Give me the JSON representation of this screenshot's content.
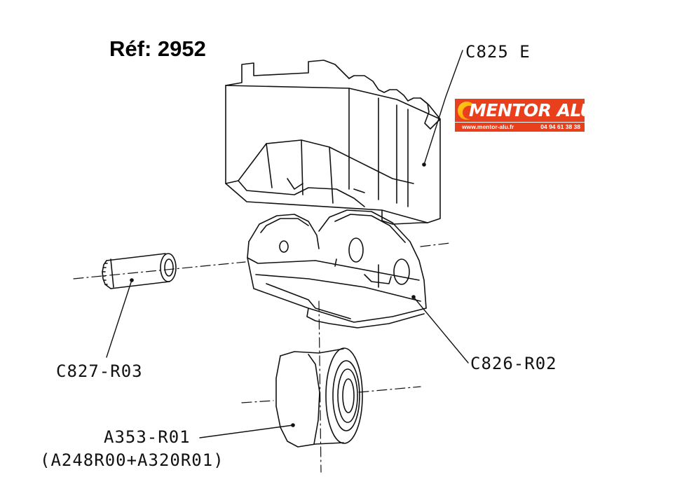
{
  "reference": "Réf: 2952",
  "logo": {
    "name": "MENTOR ALU",
    "website": "www.mentor-alu.fr",
    "phone": "04 94 61 38 38",
    "colors": {
      "background": "#e8401c",
      "swoosh": "#ffb000",
      "text": "#ffffff"
    }
  },
  "parts": [
    {
      "code": "C825 E"
    },
    {
      "code": "C826-R02"
    },
    {
      "code": "C827-R03"
    },
    {
      "code": "A353-R01",
      "sub": "(A248R00+A320R01)"
    }
  ]
}
